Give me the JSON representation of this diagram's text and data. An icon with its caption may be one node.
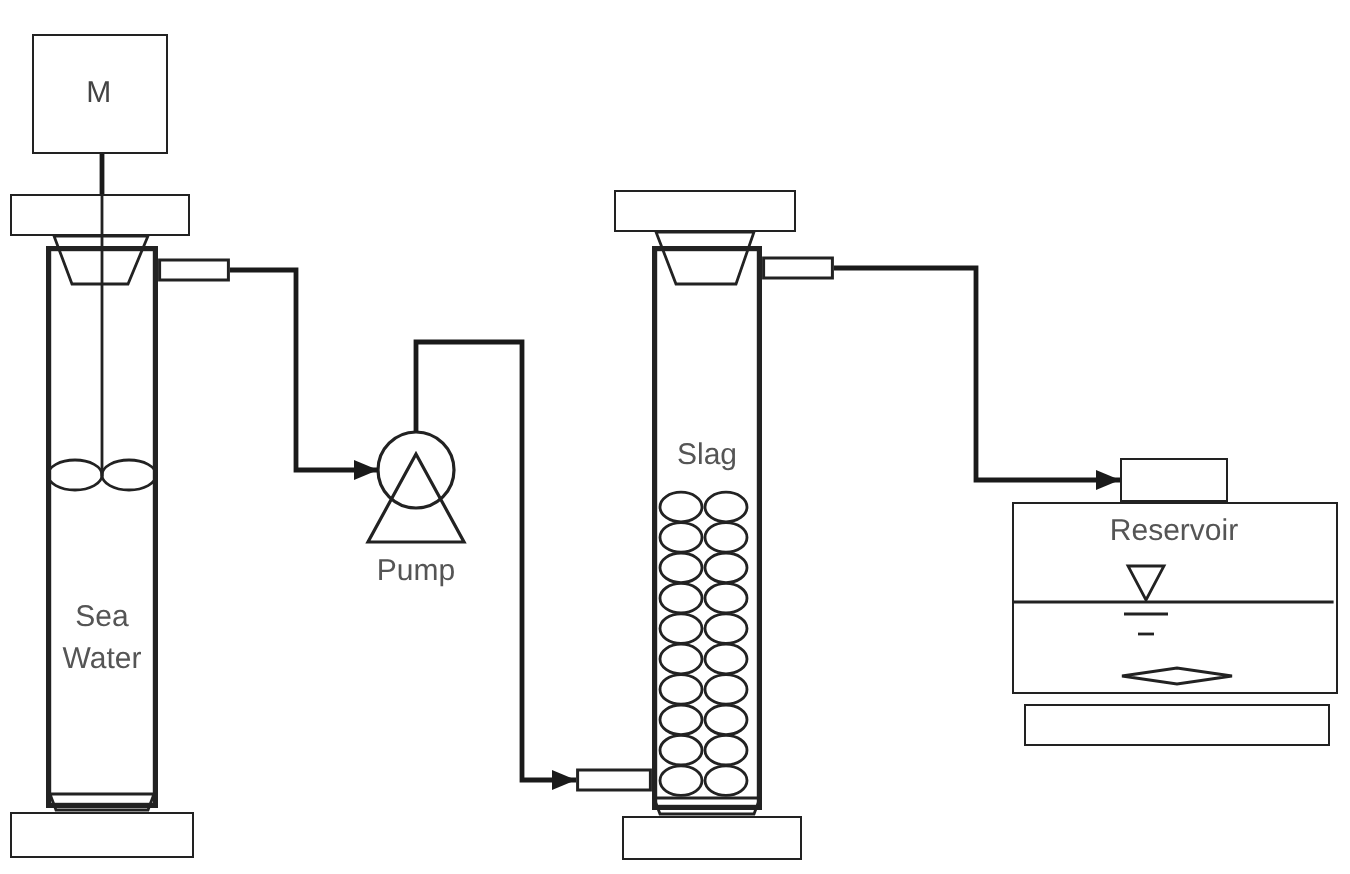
{
  "diagram": {
    "nodes": [
      {
        "text": [
          "M"
        ]
      },
      {
        "text": [],
        "shape": "box"
      },
      {
        "text": [
          "Sea Water"
        ]
      },
      {
        "text": [],
        "shape": "box"
      },
      {
        "text": [
          "Pump"
        ]
      },
      {
        "text": [],
        "shape": "box"
      },
      {
        "text": [
          "Slag"
        ]
      },
      {
        "text": [],
        "shape": "box"
      },
      {
        "text": [],
        "shape": "box"
      },
      {
        "text": [
          "Reservoir"
        ]
      },
      {
        "text": [],
        "shape": "box"
      }
    ],
    "edges": [
      {
        "from": 0,
        "to": 1,
        "arrow": "none"
      },
      {
        "from": 2,
        "to": 4,
        "arrow": "to"
      },
      {
        "from": 4,
        "to": 6,
        "arrow": "to"
      },
      {
        "from": 6,
        "to": 8,
        "arrow": "to"
      }
    ]
  }
}
